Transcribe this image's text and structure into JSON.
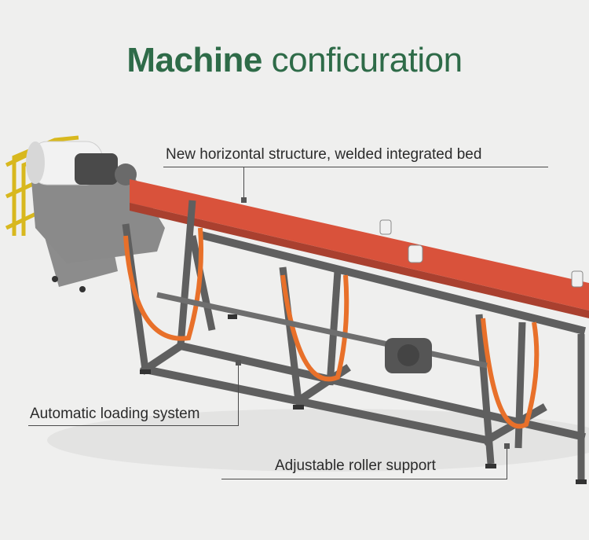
{
  "title": {
    "bold": "Machine",
    "rest": "conficuration"
  },
  "callouts": {
    "bed": "New horizontal structure, welded integrated bed",
    "loading": "Automatic loading system",
    "roller": "Adjustable roller support"
  },
  "colors": {
    "title": "#2e6b48",
    "frame": "#5f5f5f",
    "bed_red": "#d9523b",
    "belt_orange": "#e8702a",
    "rail_yellow": "#d8b81e",
    "motor_white": "#f2f2f2"
  }
}
